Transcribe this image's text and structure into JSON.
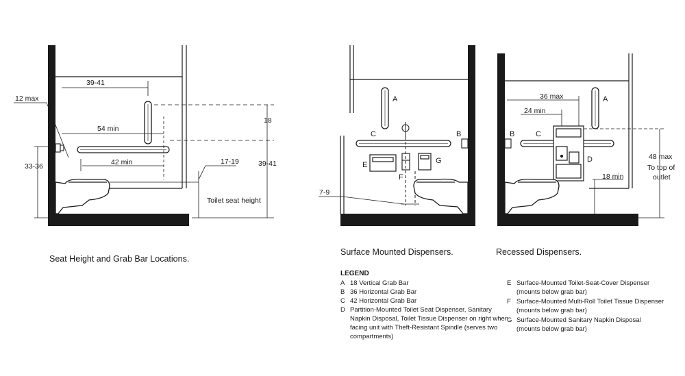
{
  "captions": {
    "seat": "Seat Height and Grab Bar Locations.",
    "surface": "Surface Mounted Dispensers.",
    "recessed": "Recessed Dispensers."
  },
  "dims": {
    "d12max": "12 max",
    "d3941_top": "39-41",
    "d54min": "54 min",
    "d42min": "42 min",
    "d3336": "33-36",
    "d18": "18",
    "d3941_side": "39-41",
    "d1719": "17-19",
    "toilet_seat_height": "Toilet seat height",
    "d79": "7-9",
    "d36max": "36 max",
    "d24min": "24 min",
    "d18min": "18 min",
    "d48max": "48 max",
    "to_top_of": "To top of",
    "outlet": "outlet"
  },
  "tags": {
    "A": "A",
    "B": "B",
    "C": "C",
    "D": "D",
    "E": "E",
    "F": "F",
    "G": "G"
  },
  "legend": {
    "title": "LEGEND",
    "left": [
      {
        "k": "A",
        "lines": [
          "18 Vertical Grab Bar"
        ]
      },
      {
        "k": "B",
        "lines": [
          "36 Horizontal Grab Bar"
        ]
      },
      {
        "k": "C",
        "lines": [
          "42 Horizontal Grab Bar"
        ]
      },
      {
        "k": "D",
        "lines": [
          "Partition-Mounted Toilet Seat Dispenser, Sanitary",
          "Napkin Disposal, Toilet Tissue Dispenser on right when",
          "facing unit with Theft-Resistant Spindle (serves two",
          "compartments)"
        ]
      }
    ],
    "right": [
      {
        "k": "E",
        "lines": [
          "Surface-Mounted Toilet-Seat-Cover Dispenser",
          "(mounts below grab bar)"
        ]
      },
      {
        "k": "F",
        "lines": [
          "Surface-Mounted Multi-Roll Toilet Tissue Dispenser",
          "(mounts below grab bar)"
        ]
      },
      {
        "k": "G",
        "lines": [
          "Surface-Mounted Sanitary Napkin Disposal",
          "(mounts below grab bar)"
        ]
      }
    ]
  }
}
